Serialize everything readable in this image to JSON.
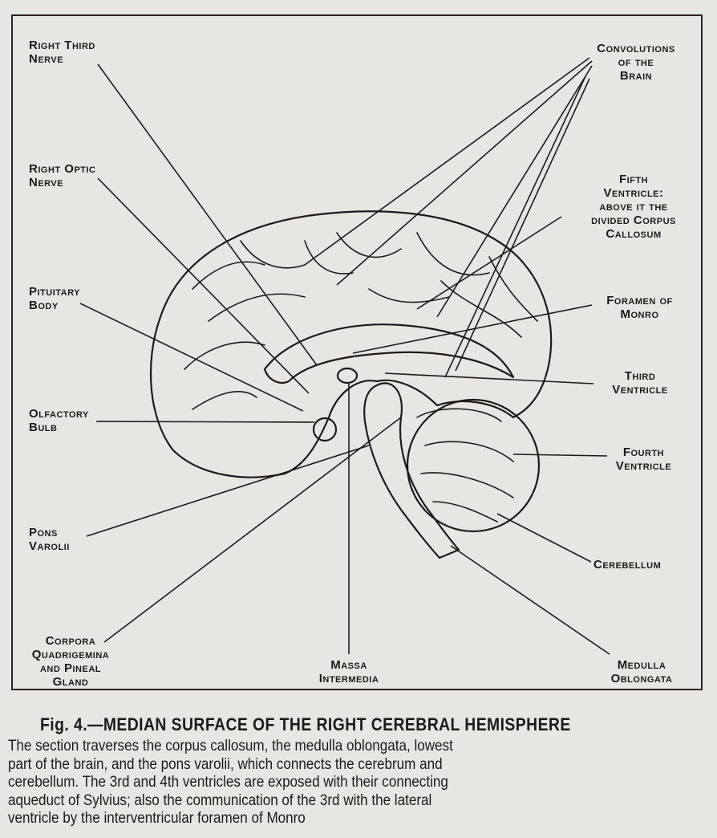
{
  "labels": {
    "right_third_nerve": "Right Third\nNerve",
    "convolutions": "Convolutions\nof the\nBrain",
    "right_optic_nerve": "Right Optic\nNerve",
    "fifth_ventricle": "Fifth\nVentricle:\nabove it the\ndivided Corpus\nCallosum",
    "pituitary_body": "Pituitary\nBody",
    "foramen_of_monro": "Foramen of\nMonro",
    "third_ventricle": "Third\nVentricle",
    "olfactory_bulb": "Olfactory\nBulb",
    "fourth_ventricle": "Fourth\nVentricle",
    "pons_varolii": "Pons\nVarolii",
    "cerebellum": "Cerebellum",
    "corpora_quadrigemina": "Corpora\nQuadrigemina\nand Pineal\nGland",
    "massa_intermedia": "Massa\nIntermedia",
    "medulla_oblongata": "Medulla\nOblongata"
  },
  "caption": {
    "title": "Fig. 4.—MEDIAN SURFACE OF THE RIGHT CEREBRAL HEMISPHERE",
    "body": "The section traverses the corpus callosum, the medulla oblongata, lowest\npart of the brain, and the pons varolii, which connects the cerebrum and\ncerebellum. The 3rd and 4th ventricles are exposed with their connecting\naqueduct of Sylvius; also the communication of the 3rd with the lateral\nventricle by the interventricular foramen of Monro"
  }
}
